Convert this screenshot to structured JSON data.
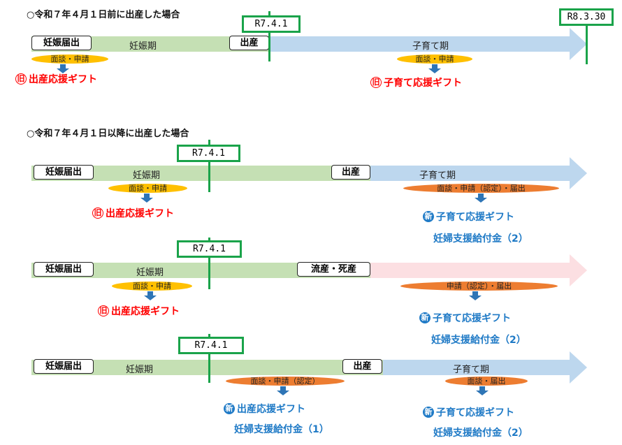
{
  "colors": {
    "pregnancy": "#c5e0b4",
    "childcare": "#bdd7ee",
    "loss": "#fcdfe2",
    "date_marker": "#1aa34a",
    "old_gift": "#ff0000",
    "new_gift": "#1f7ac6",
    "ellipse_old": "#ffc000",
    "ellipse_new": "#ed7d31"
  },
  "sections": [
    {
      "heading": "○令和７年４月１日前に出産した場合",
      "date_label": "R7.4.1",
      "end_date_label": "R8.3.30",
      "start_box": "妊娠届出",
      "period_left": "妊娠期",
      "event_box": "出産",
      "period_right": "子育て期",
      "left_process": "面談・申請",
      "left_badge": "旧",
      "left_gift": "出産応援ギフト",
      "right_process": "面談・申請",
      "right_badge": "旧",
      "right_gift": "子育て応援ギフト"
    },
    {
      "heading": "○令和７年４月１日以降に出産した場合",
      "date_label": "R7.4.1",
      "start_box": "妊娠届出",
      "period_left": "妊娠期",
      "event_box": "出産",
      "period_right": "子育て期",
      "left_process": "面談・申請",
      "left_badge": "旧",
      "left_gift": "出産応援ギフト",
      "right_process": "面談・申請（認定）・届出",
      "right_badge": "新",
      "right_gift": "子育て応援ギフト",
      "right_benefit": "妊婦支援給付金（2）"
    },
    {
      "date_label": "R7.4.1",
      "start_box": "妊娠届出",
      "period_left": "妊娠期",
      "event_box": "流産・死産",
      "left_process": "面談・申請",
      "left_badge": "旧",
      "left_gift": "出産応援ギフト",
      "right_process": "申請（認定）・届出",
      "right_badge": "新",
      "right_gift": "子育て応援ギフト",
      "right_benefit": "妊婦支援給付金（2）"
    },
    {
      "date_label": "R7.4.1",
      "start_box": "妊娠届出",
      "period_left": "妊娠期",
      "event_box": "出産",
      "period_right": "子育て期",
      "left_process": "面談・申請（認定）",
      "left_badge": "新",
      "left_gift": "出産応援ギフト",
      "left_benefit": "妊婦支援給付金（1）",
      "right_process": "面談・届出",
      "right_badge": "新",
      "right_gift": "子育て応援ギフト",
      "right_benefit": "妊婦支援給付金（2）"
    }
  ]
}
